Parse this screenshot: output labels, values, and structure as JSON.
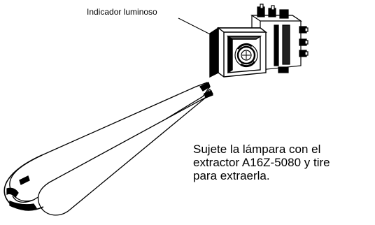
{
  "diagram": {
    "callout_label": "Indicador luminoso",
    "instruction_lines": [
      "Sujete la lámpara con el",
      "extractor A16Z-5080 y tire",
      "para extraerla."
    ],
    "colors": {
      "ink": "#000000",
      "paper": "#ffffff"
    },
    "parts": [
      "pushbutton-switch",
      "indicator-lamp",
      "lamp-extractor-tool"
    ]
  }
}
